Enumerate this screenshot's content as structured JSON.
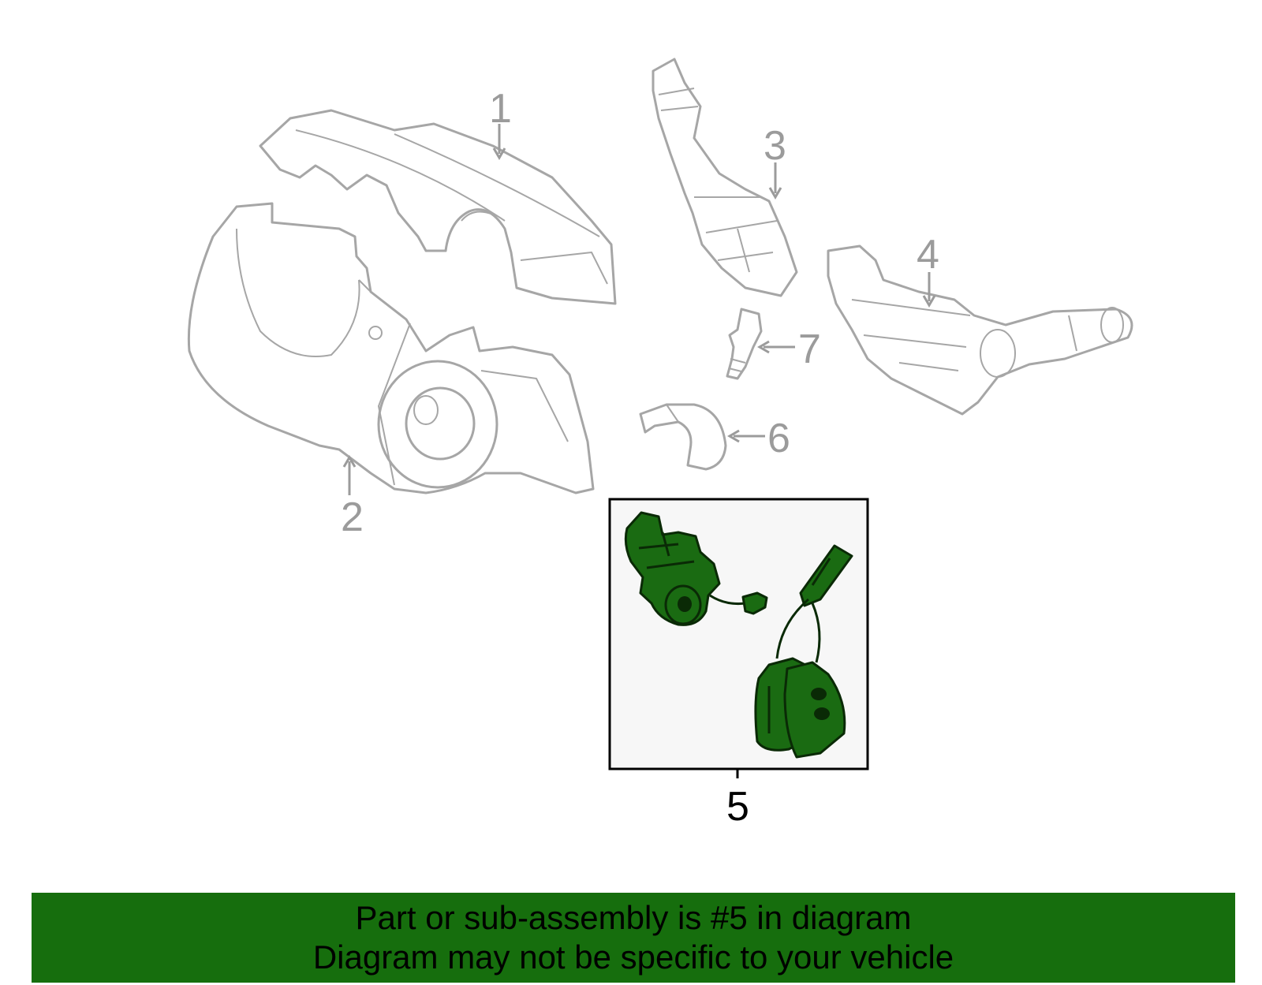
{
  "colors": {
    "banner_bg": "#166e0d",
    "highlight_fill": "#1a6b12",
    "part_outline": "#a6a6a6",
    "callout_dim": "#9b9b9b",
    "inset_bg": "#f7f7f7"
  },
  "callouts": {
    "c1": "1",
    "c2": "2",
    "c3": "3",
    "c4": "4",
    "c5": "5",
    "c6": "6",
    "c7": "7"
  },
  "banner": {
    "line1": "Part or sub-assembly is #5 in diagram",
    "line2": "Diagram may not be specific to your vehicle"
  }
}
